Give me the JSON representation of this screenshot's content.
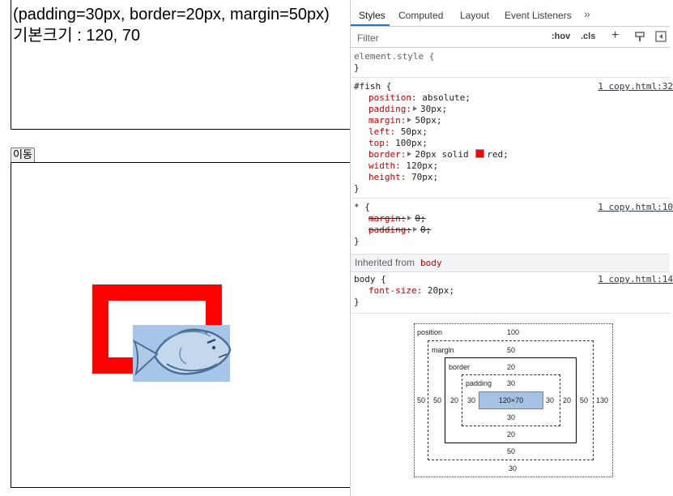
{
  "page": {
    "info_line1": "(padding=30px, border=20px, margin=50px)",
    "info_line2": "기본크기 : 120, 70",
    "move_button": "이동",
    "colors": {
      "fish_border": "#ff0000",
      "fish_image_bg": "#a5c6e8"
    },
    "fish_icon": "fish-image"
  },
  "devtools": {
    "tabs": [
      "Styles",
      "Computed",
      "Layout",
      "Event Listeners",
      "»"
    ],
    "filter_placeholder": "Filter",
    "toolbar": {
      "hov": ":hov",
      "cls": ".cls",
      "plus": "+"
    },
    "element_style": {
      "selector": "element.style {",
      "close": "}"
    },
    "fish_rule": {
      "selector": "#fish {",
      "source": "1 copy.html:32",
      "props": [
        {
          "name": "position:",
          "value": "absolute;"
        },
        {
          "name": "padding:",
          "value": "30px;"
        },
        {
          "name": "margin:",
          "value": "50px;"
        },
        {
          "name": "left:",
          "value": "50px;"
        },
        {
          "name": "top:",
          "value": "100px;"
        },
        {
          "name": "border:",
          "value_pre": "20px solid",
          "value_post": "red;"
        },
        {
          "name": "width:",
          "value": "120px;"
        },
        {
          "name": "height:",
          "value": "70px;"
        }
      ],
      "close": "}"
    },
    "universal_rule": {
      "selector": "* {",
      "source": "1 copy.html:10",
      "props": [
        {
          "name": "margin:",
          "value": "0;"
        },
        {
          "name": "padding:",
          "value": "0;"
        }
      ],
      "close": "}"
    },
    "inherited": {
      "label": "Inherited from",
      "tag": "body"
    },
    "body_rule": {
      "selector": "body {",
      "source": "1 copy.html:14",
      "props": [
        {
          "name": "font-size:",
          "value": "20px;"
        }
      ],
      "close": "}"
    },
    "box_model": {
      "position_label": "position",
      "position_top": "100",
      "position_left": "50",
      "position_right": "130",
      "position_bottom": "30",
      "margin_label": "margin",
      "margin_top": "50",
      "margin_left": "50",
      "margin_right": "50",
      "margin_bottom": "50",
      "border_label": "border",
      "border_top": "20",
      "border_left": "20",
      "border_right": "20",
      "border_bottom": "20",
      "padding_label": "padding",
      "padding_top": "30",
      "padding_left": "30",
      "padding_right": "30",
      "padding_bottom": "30",
      "content": "120×70"
    }
  }
}
